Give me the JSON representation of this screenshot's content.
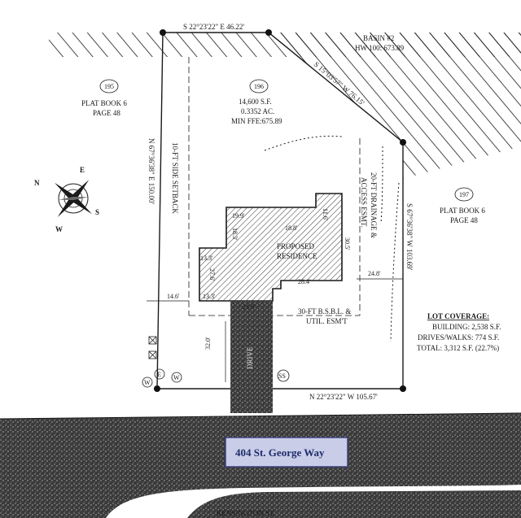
{
  "address": "404 St. George Way",
  "street_bottom": "KENSINGTON ST.",
  "bearings": {
    "top": "S 22°23'22\" E 46.22'",
    "diagonal": "S 15°03'57\" W 76.15'",
    "left": "N 67°36'38\" E 150.00'",
    "right": "S 67°36'38\" W 103.69'",
    "bottom": "N 22°23'22\" W 105.67'"
  },
  "basin": {
    "line1": "BASIN #2",
    "line2": "HW 100: 673.89"
  },
  "lots": {
    "lot195": {
      "number": "195",
      "line1": "PLAT BOOK 6",
      "line2": "PAGE 48"
    },
    "lot196": {
      "number": "196",
      "line1": "14,600 S.F.",
      "line2": "0.3352 AC.",
      "line3": "MIN FFE:675.89"
    },
    "lot197": {
      "number": "197",
      "line1": "PLAT BOOK 6",
      "line2": "PAGE 48"
    }
  },
  "setbacks": {
    "side": "10-FT SIDE SETBACK",
    "drainage_line1": "20-FT DRAINAGE &",
    "drainage_line2": "ACCESS ESMT.",
    "front_line1": "30-FT B.S.B.L. &",
    "front_line2": "UTIL. ESM'T"
  },
  "residence": {
    "line1": "PROPOSED",
    "line2": "RESIDENCE",
    "dims": {
      "d19_9": "19.9'",
      "d18_8": "18.8'",
      "d11_6": "11.6'",
      "d18_3": "18.3'",
      "d30_5": "30.5'",
      "d13_3a": "13.3'",
      "d27_6": "27.6'",
      "d28_4": "28.4'",
      "d24_8": "24.8'",
      "d14_6": "14.6'",
      "d13_3b": "13.3'",
      "d21_9": "21.9'",
      "d32_0": "32.0'"
    }
  },
  "driveway": "DRIVE",
  "lot_coverage": {
    "title": "LOT COVERAGE:",
    "building": "BUILDING: 2,538 S.F.",
    "drives": "DRIVES/WALKS: 774 S.F.",
    "total": "TOTAL: 3,312 S.F. (22.7%)"
  },
  "compass": {
    "n": "N",
    "e": "E",
    "s": "S",
    "w": "W"
  },
  "utility_marks": {
    "m1": "W",
    "m2": "E",
    "m3": "W",
    "m4": "SS"
  }
}
